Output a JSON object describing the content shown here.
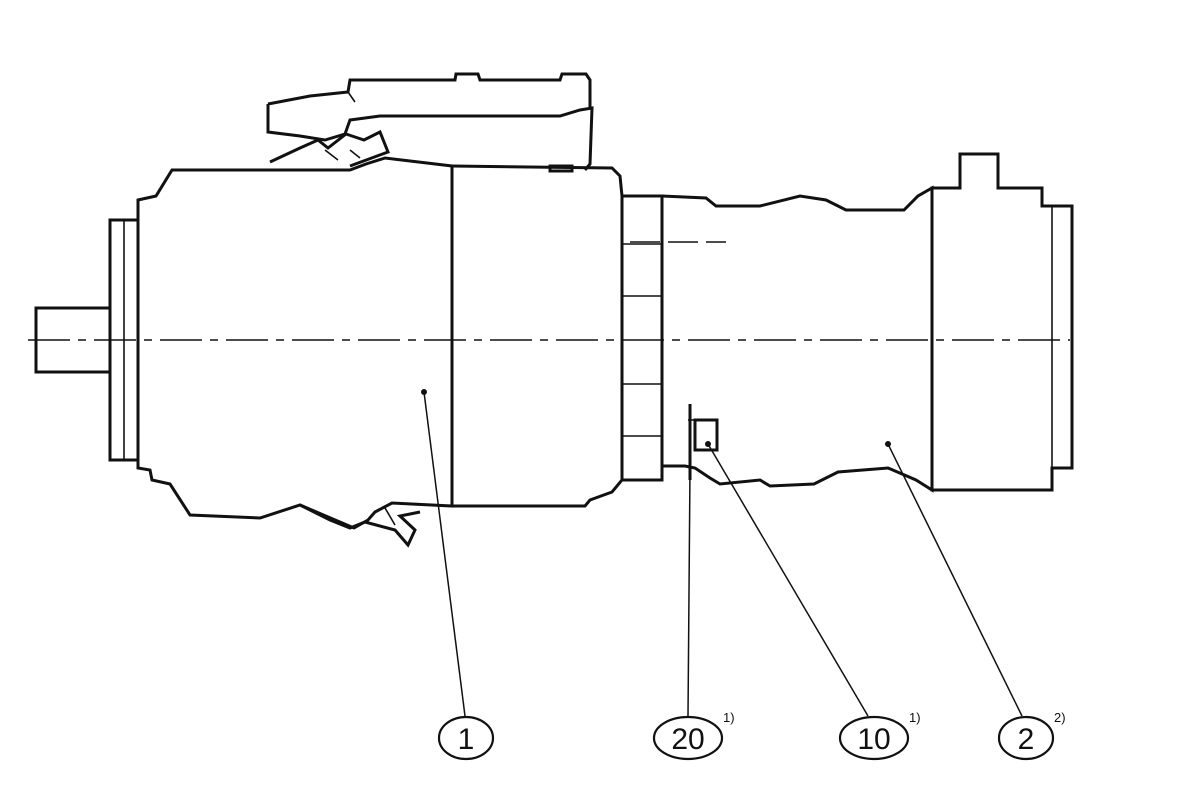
{
  "callouts": [
    {
      "id": "1",
      "label": "1",
      "note": ""
    },
    {
      "id": "20",
      "label": "20",
      "note": "1)"
    },
    {
      "id": "10",
      "label": "10",
      "note": "1)"
    },
    {
      "id": "2",
      "label": "2",
      "note": "2)"
    }
  ]
}
